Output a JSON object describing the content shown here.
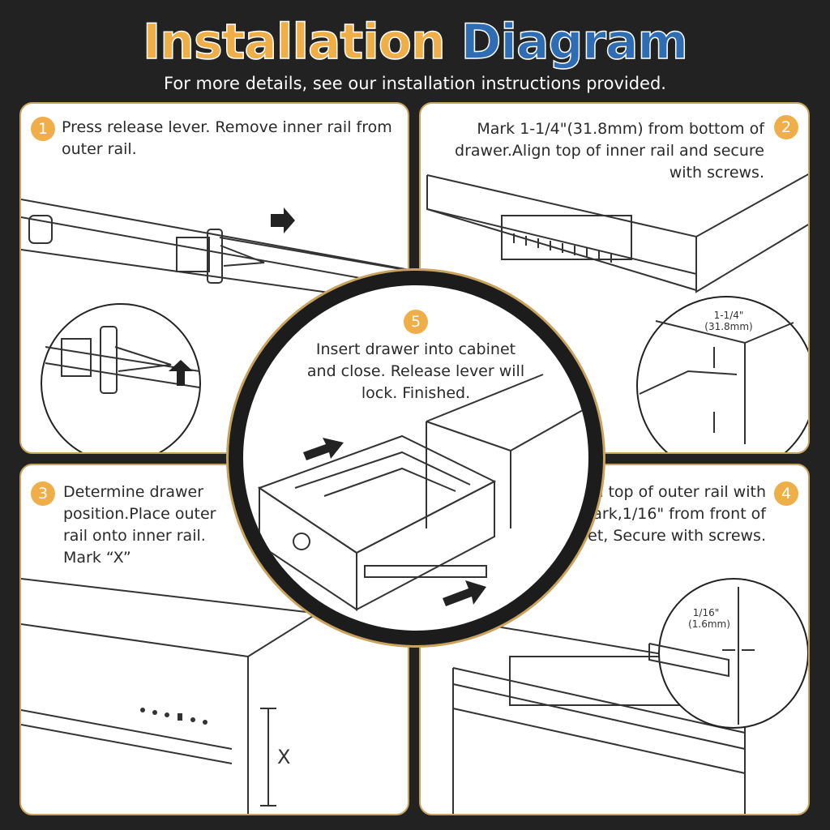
{
  "header": {
    "title_part1": "Installation",
    "title_part2": "Diagram",
    "subtitle": "For more details, see our installation instructions provided."
  },
  "steps": [
    {
      "number": "1",
      "text": "Press release lever. Remove inner rail from outer rail."
    },
    {
      "number": "2",
      "text": "Mark 1-1/4\"(31.8mm) from bottom of drawer.Align top of inner rail and secure with screws.",
      "dimension_line1": "1-1/4\"",
      "dimension_line2": "(31.8mm)"
    },
    {
      "number": "3",
      "text": "Determine drawer position.Place outer rail onto inner rail. Mark “X”",
      "mark_label": "X"
    },
    {
      "number": "4",
      "text": "Align top of outer rail with mark,1/16\" from front of cabinet, Secure with screws.",
      "dimension_line1": "1/16\"",
      "dimension_line2": "(1.6mm)"
    },
    {
      "number": "5",
      "text": "Insert drawer into cabinet and close. Release lever will lock. Finished."
    }
  ],
  "colors": {
    "background": "#222222",
    "accent_gold": "#EFAE47",
    "accent_blue": "#2E6DB4",
    "panel_border": "#C9A35E",
    "line": "#333333"
  }
}
